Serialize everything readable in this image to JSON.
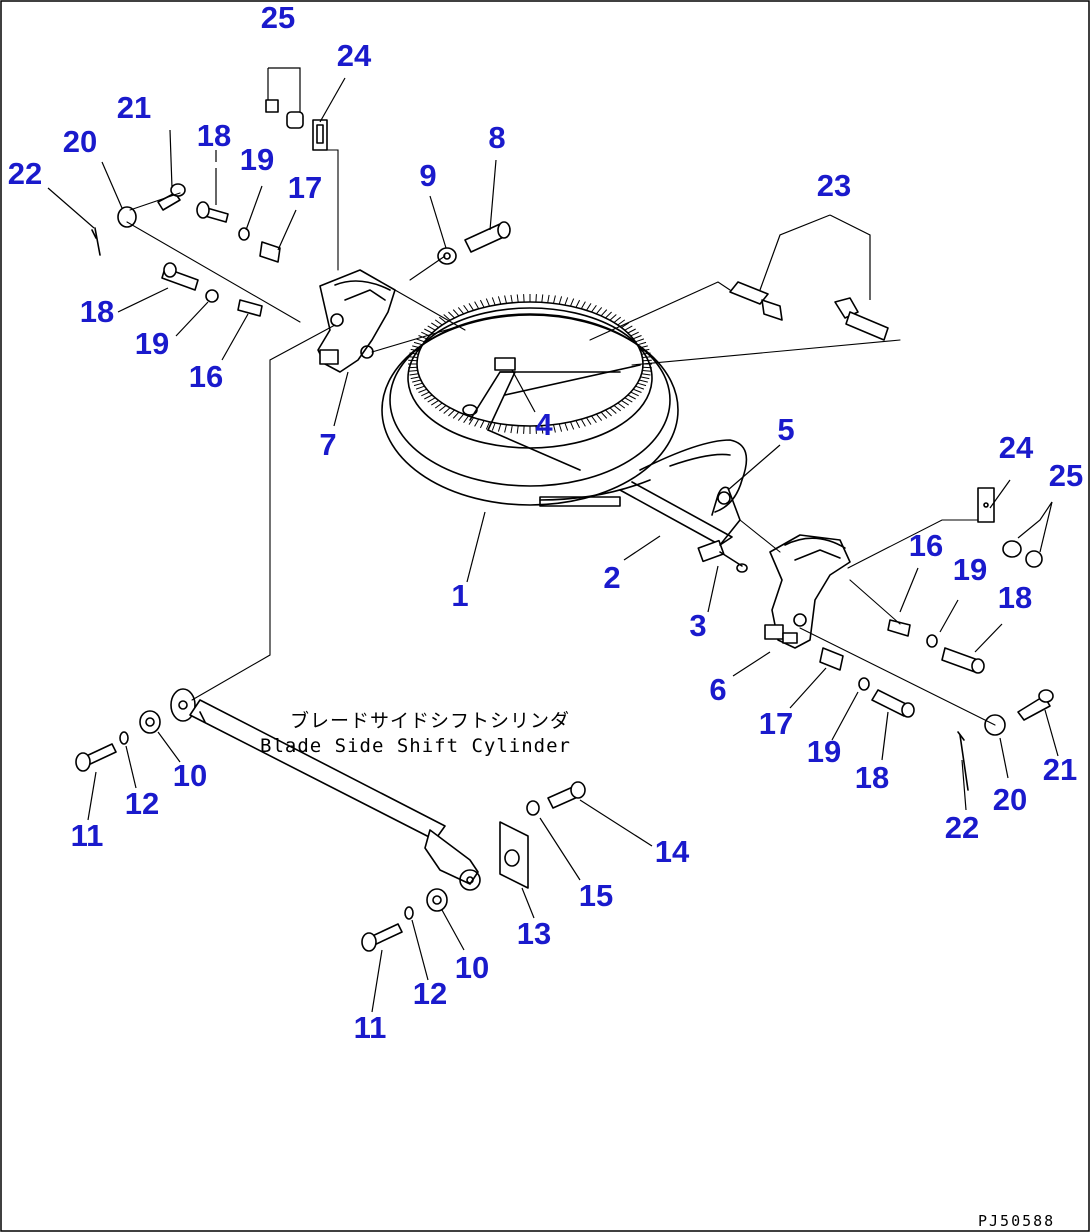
{
  "diagram": {
    "caption_jp": "ブレードサイドシフトシリンダ",
    "caption_en": "Blade Side Shift Cylinder",
    "drawing_code": "PJ50588"
  },
  "callouts": {
    "c1": "1",
    "c2": "2",
    "c3": "3",
    "c4": "4",
    "c5": "5",
    "c6": "6",
    "c7": "7",
    "c8": "8",
    "c9": "9",
    "c10a": "10",
    "c10b": "10",
    "c11a": "11",
    "c11b": "11",
    "c12a": "12",
    "c12b": "12",
    "c13": "13",
    "c14": "14",
    "c15": "15",
    "c16a": "16",
    "c16b": "16",
    "c17a": "17",
    "c17b": "17",
    "c18a": "18",
    "c18b": "18",
    "c18c": "18",
    "c18d": "18",
    "c19a": "19",
    "c19b": "19",
    "c19c": "19",
    "c19d": "19",
    "c20a": "20",
    "c20b": "20",
    "c21a": "21",
    "c21b": "21",
    "c22a": "22",
    "c22b": "22",
    "c23": "23",
    "c24a": "24",
    "c24b": "24",
    "c25a": "25",
    "c25b": "25"
  },
  "colors": {
    "callout": "#1a1acc",
    "line": "#000000",
    "background": "#ffffff"
  }
}
